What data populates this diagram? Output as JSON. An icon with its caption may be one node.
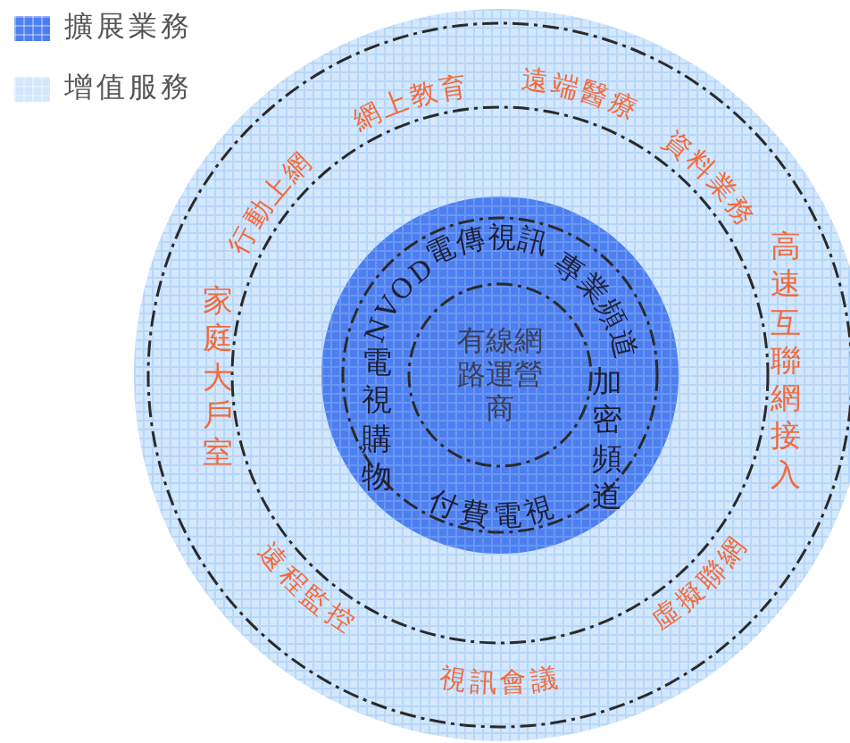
{
  "diagram": {
    "nodes": [
      {
        "text": [],
        "shape": "circle"
      },
      {
        "text": [],
        "shape": "circle",
        "in": 0
      },
      {
        "text": [
          "有線網路運營商"
        ],
        "in": 1
      }
    ],
    "labels": [
      "網上教育",
      "遠端醫療",
      "行動上網",
      "資料業務",
      "電傳視訊",
      "NVOD",
      "專業頻道",
      "高速互聯網接入",
      "家庭大戶室",
      "電視購物",
      "加密頻道",
      "付費電視",
      "遠程監控",
      "虛擬聯網",
      "視訊會議"
    ],
    "legend": [
      {
        "text": "擴展業務",
        "color": "#4d7ff0"
      },
      {
        "text": "增值服務",
        "color": "#d3e7fd"
      }
    ]
  }
}
